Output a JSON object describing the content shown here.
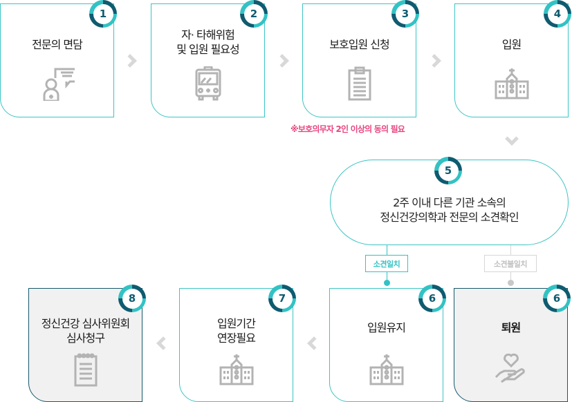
{
  "steps": [
    {
      "number": "1",
      "title": "전문의 면담",
      "icon": "doctor-consult-icon"
    },
    {
      "number": "2",
      "title": "자· 타해위험\n및 입원 필요성",
      "icon": "ambulance-icon"
    },
    {
      "number": "3",
      "title": "보호입원 신청",
      "icon": "clipboard-icon"
    },
    {
      "number": "4",
      "title": "입원",
      "icon": "hospital-icon"
    },
    {
      "number": "5",
      "title": "2주 이내 다른 기관 소속의\n정신건강의학과 전문의 소견확인"
    },
    {
      "number": "6",
      "title": "입원유지",
      "icon": "hospital-icon"
    },
    {
      "number": "6",
      "title": "퇴원",
      "icon": "heart-hand-icon"
    },
    {
      "number": "7",
      "title": "입원기간\n연장필요",
      "icon": "hospital-icon"
    },
    {
      "number": "8",
      "title": "정신건강 심사위원회\n심사청구",
      "icon": "notepad-icon"
    }
  ],
  "notice": "※보호의무자 2인 이상의 동의 필요",
  "branches": {
    "agree": "소견일치",
    "disagree": "소견불일치"
  },
  "colors": {
    "teal": "#33c2c4",
    "dark": "#0f5b70",
    "pink": "#e8457f"
  }
}
